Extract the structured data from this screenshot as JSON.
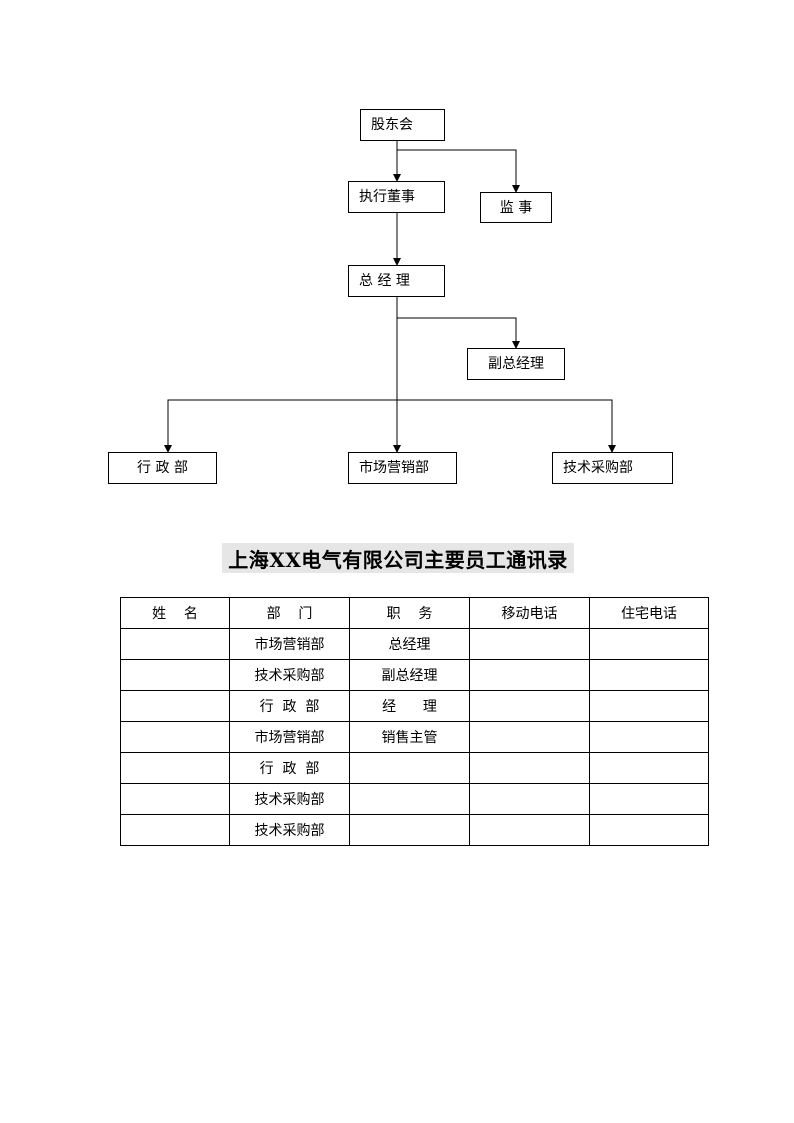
{
  "org_chart": {
    "shareholders": "股东会",
    "executive_director": "执行董事",
    "supervisor": "监  事",
    "general_manager": "总  经  理",
    "deputy_gm": "副总经理",
    "admin_dept": "行  政  部",
    "marketing_dept": "市场营销部",
    "tech_purchasing_dept": "技术采购部"
  },
  "directory": {
    "title": "上海XX电气有限公司主要员工通讯录",
    "headers": [
      "姓    名",
      "部    门",
      "职    务",
      "移动电话",
      "住宅电话"
    ],
    "rows": [
      [
        "",
        "市场营销部",
        "总经理",
        "",
        ""
      ],
      [
        "",
        "技术采购部",
        "副总经理",
        "",
        ""
      ],
      [
        "",
        "行  政  部",
        "经      理",
        "",
        ""
      ],
      [
        "",
        "市场营销部",
        "销售主管",
        "",
        ""
      ],
      [
        "",
        "行  政  部",
        "",
        "",
        ""
      ],
      [
        "",
        "技术采购部",
        "",
        "",
        ""
      ],
      [
        "",
        "技术采购部",
        "",
        "",
        ""
      ]
    ]
  }
}
